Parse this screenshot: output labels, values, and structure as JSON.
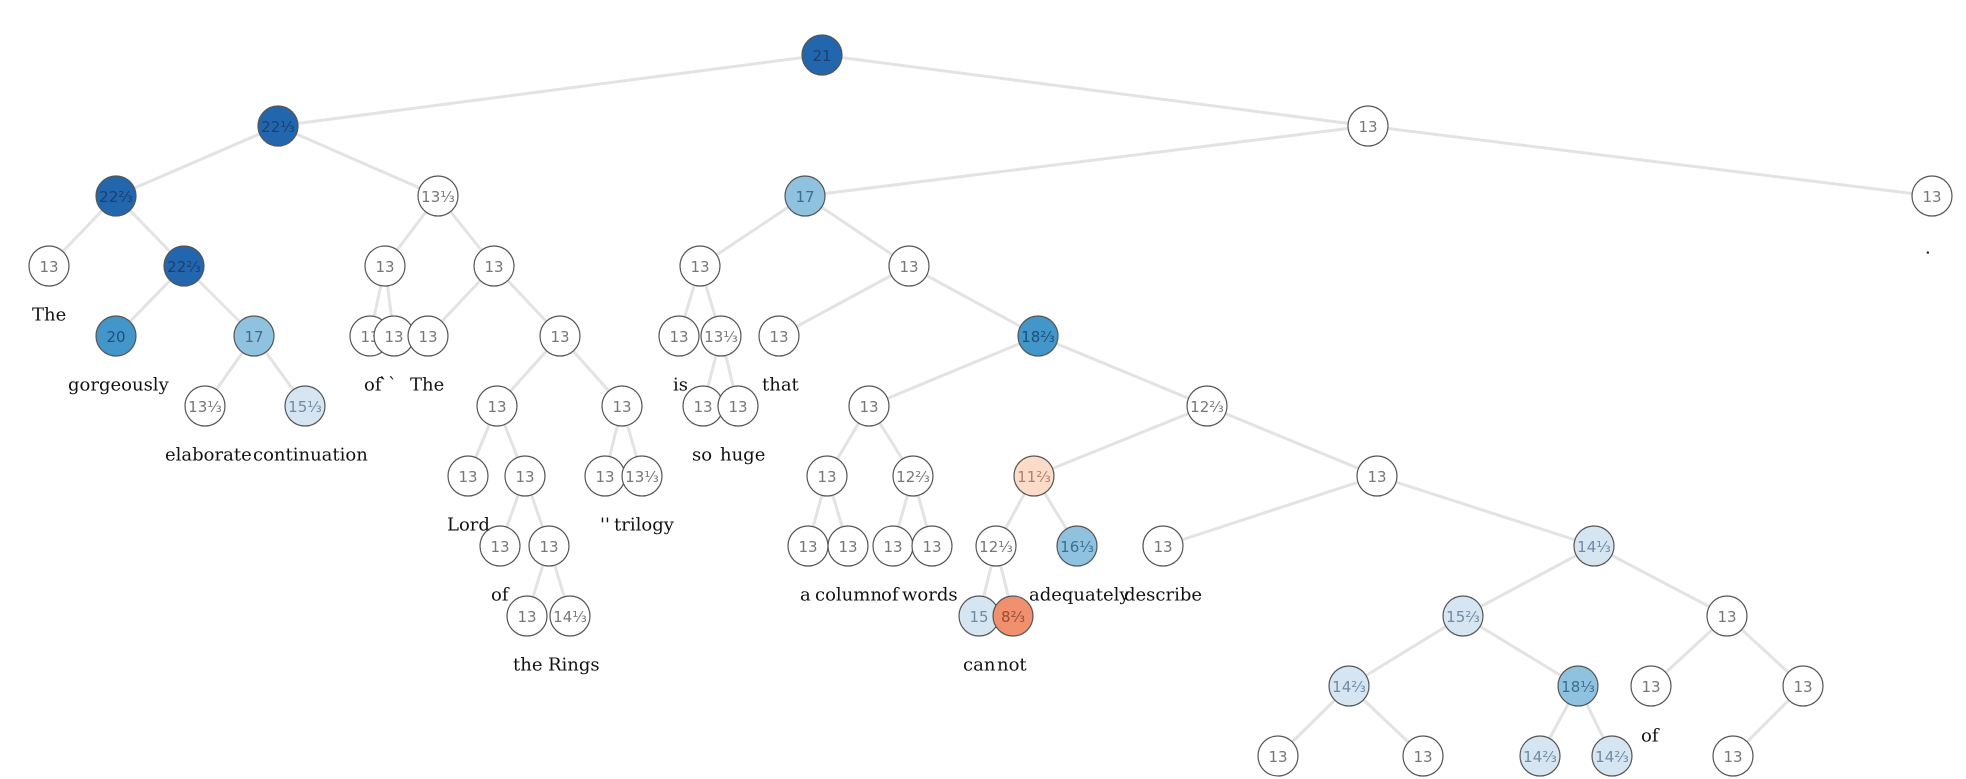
{
  "palette": {
    "neutral": "#ffffff",
    "light_blue": "#d6e5f2",
    "mid_blue": "#8fc2de",
    "blue": "#4396c9",
    "dark_blue": "#2266ae",
    "light_orange": "#fcdbc8",
    "orange": "#f0906e",
    "edge": "#e3e3e3"
  },
  "nodes": [
    {
      "id": "n0",
      "label": "21",
      "color": "#2266ae",
      "text_color": "#1b3f70"
    },
    {
      "id": "n1",
      "label": "22⅓",
      "color": "#2266ae",
      "text_color": "#1b3f70"
    },
    {
      "id": "n2",
      "label": "13",
      "color": "#ffffff",
      "text_color": "#777777"
    },
    {
      "id": "n3",
      "label": "22⅔",
      "color": "#2266ae",
      "text_color": "#1b3f70"
    },
    {
      "id": "n4",
      "label": "13⅓",
      "color": "#ffffff",
      "text_color": "#777777"
    },
    {
      "id": "n5",
      "label": "17",
      "color": "#8fc2de",
      "text_color": "#3c6e8f"
    },
    {
      "id": "n6",
      "label": "13",
      "color": "#ffffff",
      "text_color": "#777777"
    },
    {
      "id": "n7",
      "label": "13",
      "color": "#ffffff",
      "text_color": "#777777"
    },
    {
      "id": "n8",
      "label": "22⅔",
      "color": "#2266ae",
      "text_color": "#1b3f70"
    },
    {
      "id": "n9",
      "label": "13",
      "color": "#ffffff",
      "text_color": "#777777"
    },
    {
      "id": "n10",
      "label": "13",
      "color": "#ffffff",
      "text_color": "#777777"
    },
    {
      "id": "n11",
      "label": "13",
      "color": "#ffffff",
      "text_color": "#777777"
    },
    {
      "id": "n12",
      "label": "13",
      "color": "#ffffff",
      "text_color": "#777777"
    },
    {
      "id": "n13",
      "label": "20",
      "color": "#4396c9",
      "text_color": "#1f4f78"
    },
    {
      "id": "n14",
      "label": "17",
      "color": "#8fc2de",
      "text_color": "#3c6e8f"
    },
    {
      "id": "n15",
      "label": "13",
      "color": "#ffffff",
      "text_color": "#777777"
    },
    {
      "id": "n16",
      "label": "13",
      "color": "#ffffff",
      "text_color": "#777777"
    },
    {
      "id": "n17",
      "label": "13",
      "color": "#ffffff",
      "text_color": "#777777"
    },
    {
      "id": "n18",
      "label": "13",
      "color": "#ffffff",
      "text_color": "#777777"
    },
    {
      "id": "n19",
      "label": "13",
      "color": "#ffffff",
      "text_color": "#777777"
    },
    {
      "id": "n20",
      "label": "13⅓",
      "color": "#ffffff",
      "text_color": "#777777"
    },
    {
      "id": "n21",
      "label": "13",
      "color": "#ffffff",
      "text_color": "#777777"
    },
    {
      "id": "n22",
      "label": "18⅔",
      "color": "#4396c9",
      "text_color": "#1f4f78"
    },
    {
      "id": "n23",
      "label": "13⅓",
      "color": "#ffffff",
      "text_color": "#777777"
    },
    {
      "id": "n24",
      "label": "15⅓",
      "color": "#d6e5f2",
      "text_color": "#6f8aa3"
    },
    {
      "id": "n25",
      "label": "13",
      "color": "#ffffff",
      "text_color": "#777777"
    },
    {
      "id": "n26",
      "label": "13",
      "color": "#ffffff",
      "text_color": "#777777"
    },
    {
      "id": "n27",
      "label": "13",
      "color": "#ffffff",
      "text_color": "#777777"
    },
    {
      "id": "n28",
      "label": "13",
      "color": "#ffffff",
      "text_color": "#777777"
    },
    {
      "id": "n29",
      "label": "13",
      "color": "#ffffff",
      "text_color": "#777777"
    },
    {
      "id": "n30",
      "label": "12⅔",
      "color": "#ffffff",
      "text_color": "#777777"
    },
    {
      "id": "n31",
      "label": "13",
      "color": "#ffffff",
      "text_color": "#777777"
    },
    {
      "id": "n32",
      "label": "13",
      "color": "#ffffff",
      "text_color": "#777777"
    },
    {
      "id": "n33",
      "label": "13",
      "color": "#ffffff",
      "text_color": "#777777"
    },
    {
      "id": "n34",
      "label": "13⅓",
      "color": "#ffffff",
      "text_color": "#777777"
    },
    {
      "id": "n35",
      "label": "13",
      "color": "#ffffff",
      "text_color": "#777777"
    },
    {
      "id": "n36",
      "label": "12⅔",
      "color": "#ffffff",
      "text_color": "#777777"
    },
    {
      "id": "n37",
      "label": "11⅔",
      "color": "#fcdbc8",
      "text_color": "#a98270"
    },
    {
      "id": "n38",
      "label": "13",
      "color": "#ffffff",
      "text_color": "#777777"
    },
    {
      "id": "n39",
      "label": "13",
      "color": "#ffffff",
      "text_color": "#777777"
    },
    {
      "id": "n40",
      "label": "13",
      "color": "#ffffff",
      "text_color": "#777777"
    },
    {
      "id": "n41",
      "label": "14⅓",
      "color": "#ffffff",
      "text_color": "#777777"
    },
    {
      "id": "n42",
      "label": "13",
      "color": "#ffffff",
      "text_color": "#777777"
    },
    {
      "id": "n43",
      "label": "13",
      "color": "#ffffff",
      "text_color": "#777777"
    },
    {
      "id": "n44",
      "label": "13",
      "color": "#ffffff",
      "text_color": "#777777"
    },
    {
      "id": "n45",
      "label": "13",
      "color": "#ffffff",
      "text_color": "#777777"
    },
    {
      "id": "n46",
      "label": "12⅓",
      "color": "#ffffff",
      "text_color": "#777777"
    },
    {
      "id": "n47",
      "label": "16⅓",
      "color": "#8fc2de",
      "text_color": "#3c6e8f"
    },
    {
      "id": "n48",
      "label": "13",
      "color": "#ffffff",
      "text_color": "#777777"
    },
    {
      "id": "n49",
      "label": "14⅓",
      "color": "#d6e5f2",
      "text_color": "#6f8aa3"
    },
    {
      "id": "n50",
      "label": "15",
      "color": "#d6e5f2",
      "text_color": "#6f8aa3"
    },
    {
      "id": "n51",
      "label": "8⅔",
      "color": "#f0906e",
      "text_color": "#9b4a35"
    },
    {
      "id": "n52",
      "label": "15⅔",
      "color": "#d6e5f2",
      "text_color": "#6f8aa3"
    },
    {
      "id": "n53",
      "label": "13",
      "color": "#ffffff",
      "text_color": "#777777"
    },
    {
      "id": "n54",
      "label": "14⅔",
      "color": "#d6e5f2",
      "text_color": "#6f8aa3"
    },
    {
      "id": "n55",
      "label": "18⅓",
      "color": "#8fc2de",
      "text_color": "#3c6e8f"
    },
    {
      "id": "n56",
      "label": "13",
      "color": "#ffffff",
      "text_color": "#777777"
    },
    {
      "id": "n57",
      "label": "13",
      "color": "#ffffff",
      "text_color": "#777777"
    },
    {
      "id": "n58",
      "label": "13",
      "color": "#ffffff",
      "text_color": "#777777"
    },
    {
      "id": "n59",
      "label": "13",
      "color": "#ffffff",
      "text_color": "#777777"
    },
    {
      "id": "n60",
      "label": "14⅔",
      "color": "#d6e5f2",
      "text_color": "#6f8aa3"
    },
    {
      "id": "n61",
      "label": "14⅔",
      "color": "#d6e5f2",
      "text_color": "#6f8aa3"
    },
    {
      "id": "n62",
      "label": "13",
      "color": "#ffffff",
      "text_color": "#777777"
    },
    {
      "id": "n63",
      "label": "13",
      "color": "#ffffff",
      "text_color": "#777777"
    }
  ],
  "edges": [
    [
      "n0",
      "n1"
    ],
    [
      "n0",
      "n2"
    ],
    [
      "n1",
      "n3"
    ],
    [
      "n1",
      "n4"
    ],
    [
      "n2",
      "n5"
    ],
    [
      "n2",
      "n6"
    ],
    [
      "n3",
      "n7"
    ],
    [
      "n3",
      "n8"
    ],
    [
      "n4",
      "n9"
    ],
    [
      "n4",
      "n10"
    ],
    [
      "n5",
      "n11"
    ],
    [
      "n5",
      "n12"
    ],
    [
      "n8",
      "n13"
    ],
    [
      "n8",
      "n14"
    ],
    [
      "n9",
      "n15"
    ],
    [
      "n9",
      "n16"
    ],
    [
      "n10",
      "n17"
    ],
    [
      "n10",
      "n18"
    ],
    [
      "n11",
      "n19"
    ],
    [
      "n11",
      "n20"
    ],
    [
      "n12",
      "n21"
    ],
    [
      "n12",
      "n22"
    ],
    [
      "n14",
      "n23"
    ],
    [
      "n14",
      "n24"
    ],
    [
      "n18",
      "n25"
    ],
    [
      "n18",
      "n26"
    ],
    [
      "n20",
      "n27"
    ],
    [
      "n20",
      "n28"
    ],
    [
      "n22",
      "n29"
    ],
    [
      "n22",
      "n30"
    ],
    [
      "n25",
      "n31"
    ],
    [
      "n25",
      "n32"
    ],
    [
      "n26",
      "n33"
    ],
    [
      "n26",
      "n34"
    ],
    [
      "n29",
      "n35"
    ],
    [
      "n29",
      "n36"
    ],
    [
      "n30",
      "n37"
    ],
    [
      "n30",
      "n38"
    ],
    [
      "n32",
      "n39"
    ],
    [
      "n32",
      "n40"
    ],
    [
      "n35",
      "n42"
    ],
    [
      "n35",
      "n43"
    ],
    [
      "n36",
      "n44"
    ],
    [
      "n36",
      "n45"
    ],
    [
      "n37",
      "n46"
    ],
    [
      "n37",
      "n47"
    ],
    [
      "n38",
      "n48"
    ],
    [
      "n38",
      "n49"
    ],
    [
      "n40",
      "n41"
    ],
    [
      "n40",
      "n53"
    ],
    [
      "n46",
      "n50"
    ],
    [
      "n46",
      "n51"
    ],
    [
      "n49",
      "n52"
    ],
    [
      "n49",
      "n56"
    ],
    [
      "n52",
      "n54"
    ],
    [
      "n52",
      "n55"
    ],
    [
      "n54",
      "n57"
    ],
    [
      "n54",
      "n58"
    ],
    [
      "n55",
      "n60"
    ],
    [
      "n55",
      "n61"
    ],
    [
      "n56",
      "n59"
    ],
    [
      "n56",
      "n62"
    ],
    [
      "n62",
      "n63"
    ]
  ],
  "words": [
    {
      "id": "w_the",
      "text": "The"
    },
    {
      "id": "w_gorgeously",
      "text": "gorgeously"
    },
    {
      "id": "w_elaborate",
      "text": "elaborate"
    },
    {
      "id": "w_continuation",
      "text": "continuation"
    },
    {
      "id": "w_of1",
      "text": "of"
    },
    {
      "id": "w_backticks",
      "text": "``"
    },
    {
      "id": "w_the2",
      "text": "The"
    },
    {
      "id": "w_lord",
      "text": "Lord"
    },
    {
      "id": "w_of2",
      "text": "of"
    },
    {
      "id": "w_the3",
      "text": "the"
    },
    {
      "id": "w_rings",
      "text": "Rings"
    },
    {
      "id": "w_quotes",
      "text": "''"
    },
    {
      "id": "w_trilogy",
      "text": "trilogy"
    },
    {
      "id": "w_is",
      "text": "is"
    },
    {
      "id": "w_so",
      "text": "so"
    },
    {
      "id": "w_huge",
      "text": "huge"
    },
    {
      "id": "w_that",
      "text": "that"
    },
    {
      "id": "w_a",
      "text": "a"
    },
    {
      "id": "w_column",
      "text": "column"
    },
    {
      "id": "w_of3",
      "text": "of"
    },
    {
      "id": "w_words",
      "text": "words"
    },
    {
      "id": "w_can",
      "text": "can"
    },
    {
      "id": "w_not",
      "text": "not"
    },
    {
      "id": "w_adequately",
      "text": "adequately"
    },
    {
      "id": "w_describe",
      "text": "describe"
    },
    {
      "id": "w_of4",
      "text": "of"
    },
    {
      "id": "w_period",
      "text": "."
    }
  ]
}
